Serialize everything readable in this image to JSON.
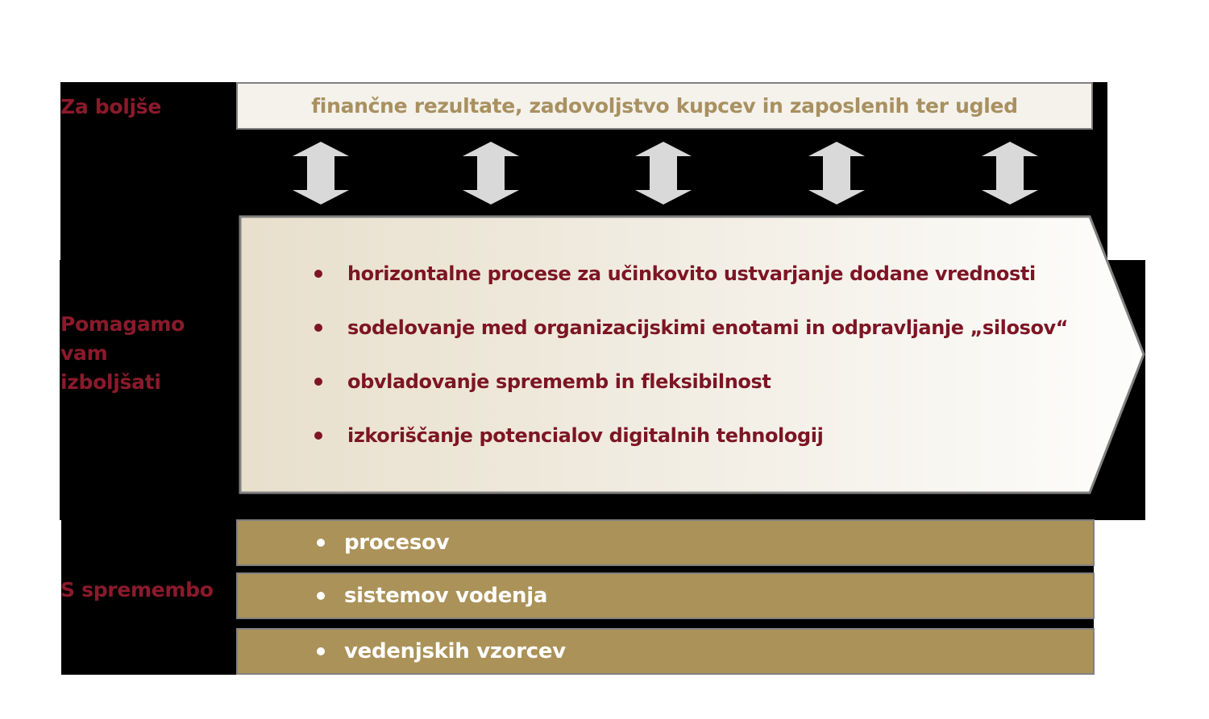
{
  "rows": {
    "top": {
      "label": "Za boljše",
      "box_text": "finančne rezultate, zadovoljstvo kupcev in zaposlenih ter ugled"
    },
    "arrows": {
      "count": 5,
      "icon": "double-arrow-vertical-icon",
      "positions_x": [
        364,
        575,
        789,
        1004,
        1219
      ]
    },
    "middle": {
      "label_lines": [
        "Pomagamo",
        "vam",
        "izboljšati"
      ],
      "items": [
        "horizontalne procese za učinkovito ustvarjanje dodane vrednosti",
        "sodelovanje med organizacijskimi enotami in odpravljanje „silosov“",
        "obvladovanje sprememb in fleksibilnost",
        "izkoriščanje potencialov digitalnih tehnologij"
      ]
    },
    "bottom": {
      "label": "S spremembo",
      "items": [
        "procesov",
        "sistemov vodenja",
        "vedenjskih vzorcev"
      ]
    }
  },
  "colors": {
    "label_red": "#8b1a2b",
    "item_red": "#7d1524",
    "gold_text": "#a89060",
    "gold_bar": "#ab9259",
    "top_box_bg": "#f5f2eb",
    "chevron_bg_start": "#e8dfcc",
    "chevron_bg_end": "#fdfdfc",
    "background": "#000000",
    "border_gray": "#808080",
    "arrow_gray": "#d9d9d9"
  }
}
